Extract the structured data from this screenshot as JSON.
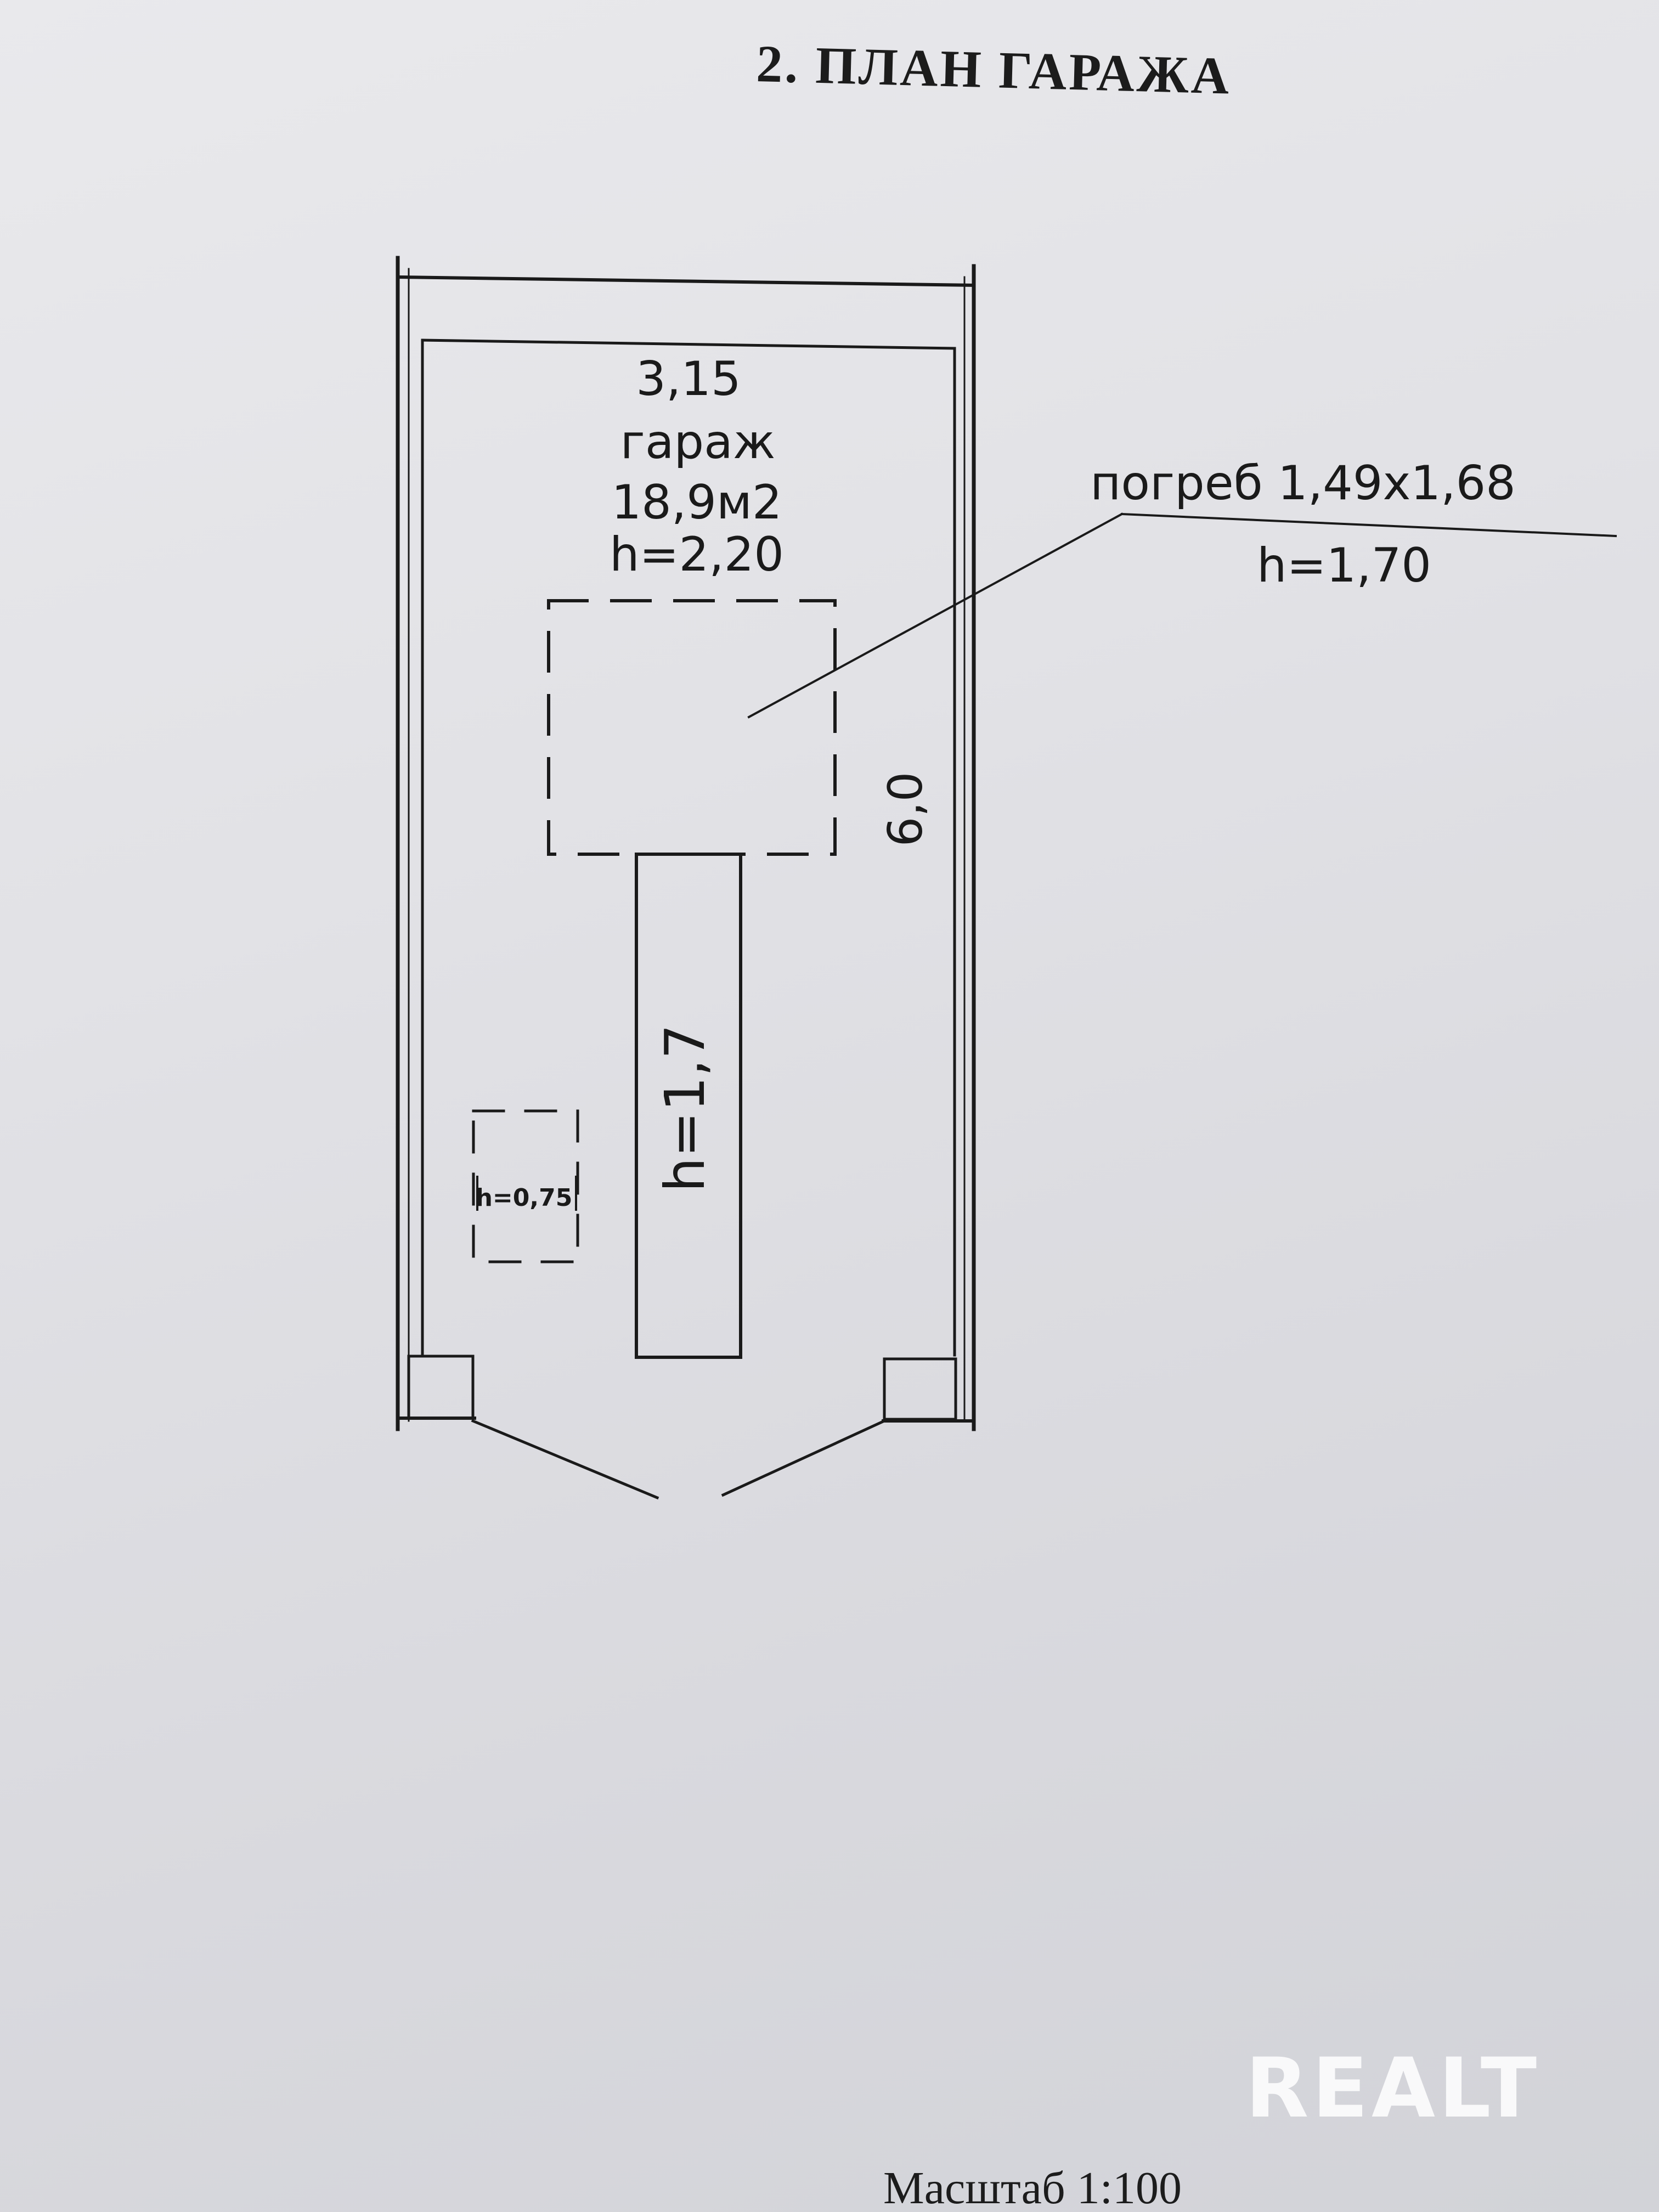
{
  "title": "2. ПЛАН ГАРАЖА",
  "plan": {
    "width_dimension": "3,15",
    "length_dimension": "6,0",
    "room_name": "гараж",
    "room_area": "18,9м2",
    "room_height": "h=2,20",
    "cellar_label": "погреб 1,49х1,68",
    "cellar_height": "h=1,70",
    "pit_height": "h=1,7",
    "small_pit_height": "h=0,75"
  },
  "scale": "Масштаб 1:100",
  "watermark": "REALT",
  "colors": {
    "line": "#1a1a1a",
    "paper": "#e4e4e8"
  }
}
